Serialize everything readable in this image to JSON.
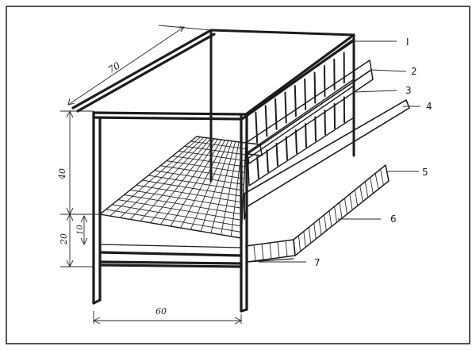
{
  "dimensions": {
    "depth": "70",
    "height_upper": "40",
    "height_lower": "20",
    "height_tray": "10",
    "width": "60"
  },
  "callouts": [
    "I",
    "2",
    "3",
    "4",
    "5",
    "6",
    "7"
  ]
}
